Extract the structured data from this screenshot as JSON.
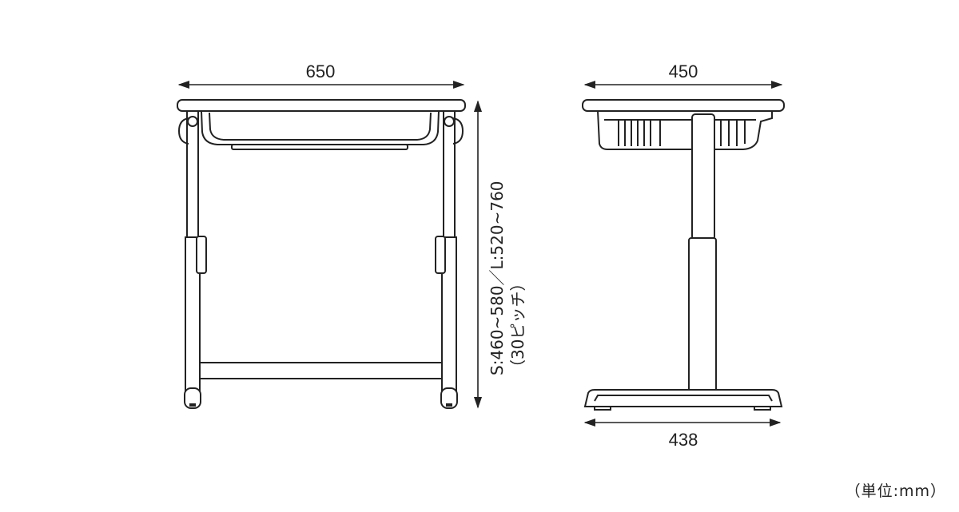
{
  "dimensions": {
    "front_width": "650",
    "side_depth": "450",
    "base_width": "438",
    "height_line1": "S:460~580／L:520~760",
    "height_line2": "（30ピッチ）"
  },
  "unit_note": "（単位:mm）",
  "views": [
    "front-view",
    "side-view"
  ],
  "colors": {
    "line": "#222222",
    "background": "#ffffff"
  }
}
